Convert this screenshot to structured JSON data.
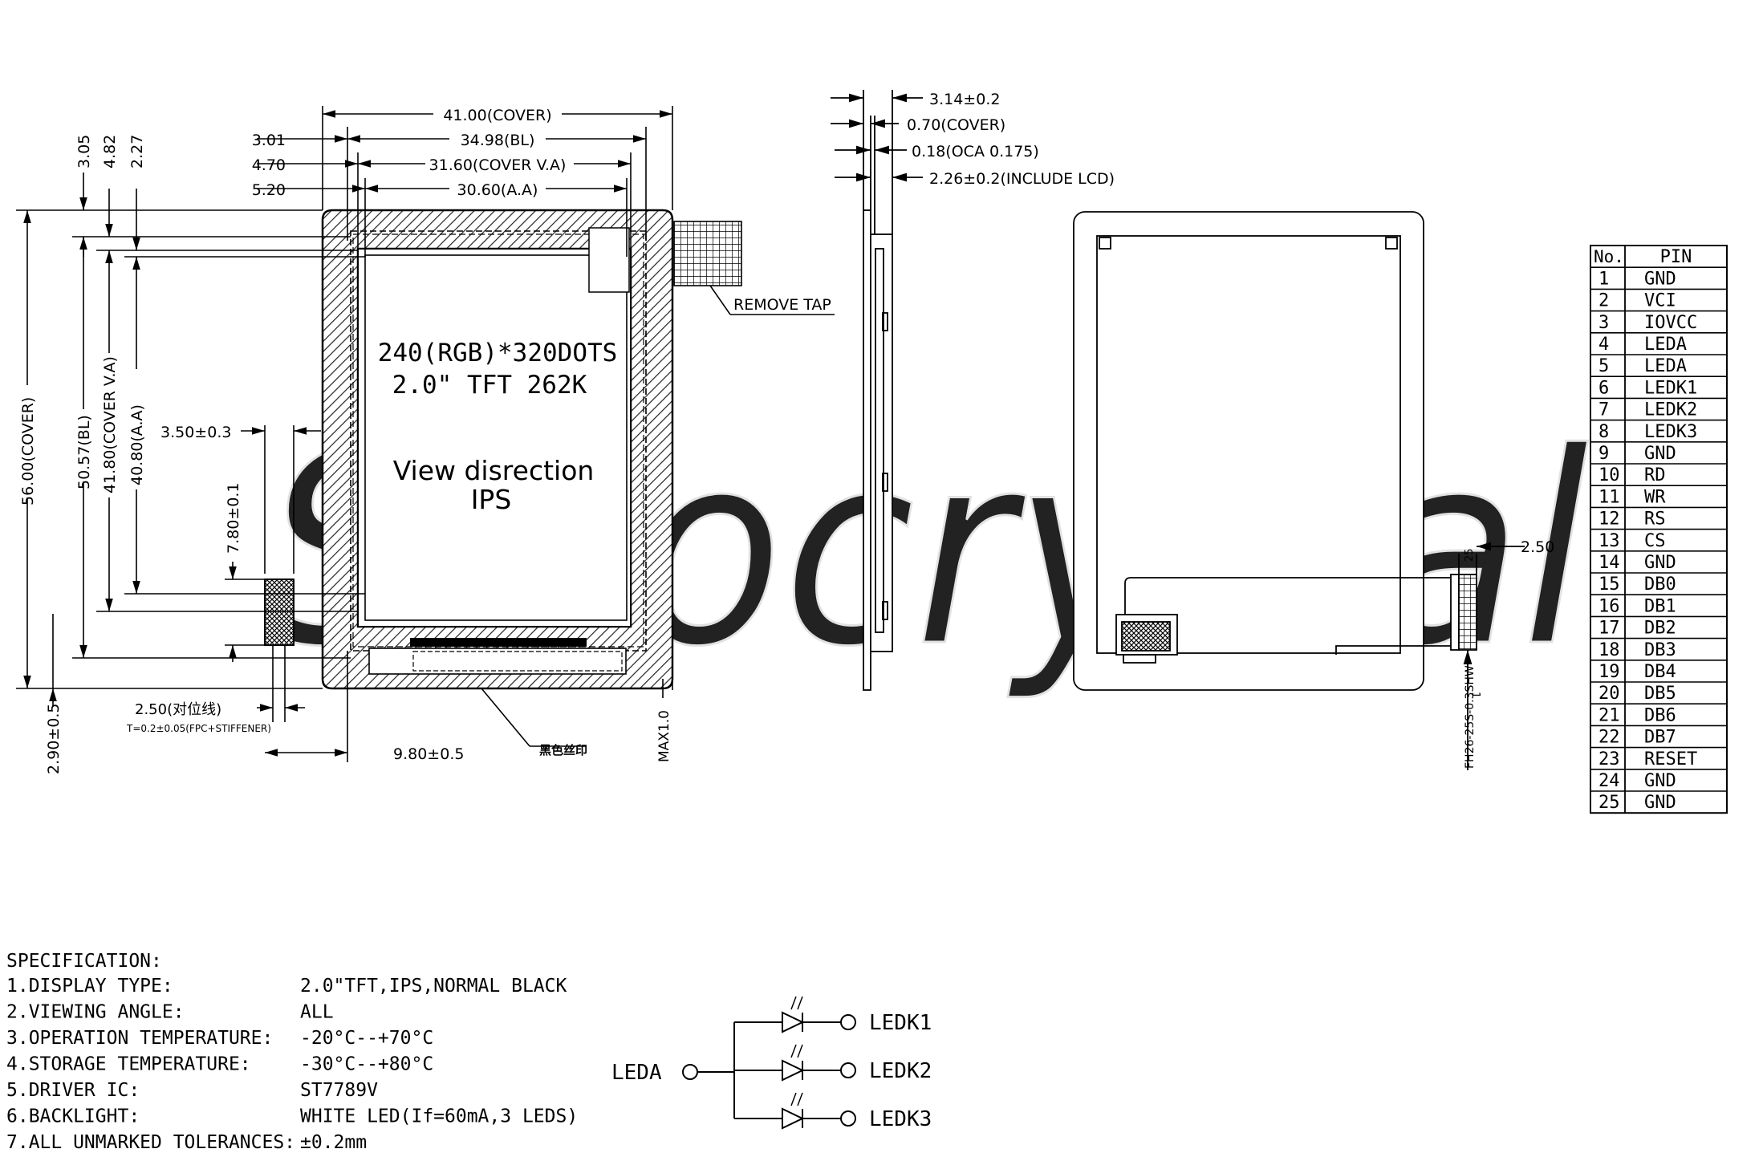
{
  "watermark": "Sinocrystal",
  "front_view": {
    "dims_top": [
      "41.00(COVER)",
      "34.98(BL)",
      "31.60(COVER V.A)",
      "30.60(A.A)"
    ],
    "dims_left_offsets": [
      "3.01",
      "4.70",
      "5.20"
    ],
    "dims_top_vertical": [
      "3.05",
      "4.82",
      "2.27"
    ],
    "dims_left_vertical": [
      "56.00(COVER)",
      "50.57(BL)",
      "41.80(COVER V.A)",
      "40.80(A.A)"
    ],
    "fpc_width": "3.50±0.3",
    "fpc_height": "7.80±0.1",
    "align_line": "2.50(对位线)",
    "fpc_thickness": "T=0.2±0.05(FPC+STIFFENER)",
    "bottom_offset": "2.90±0.5",
    "fpc_position": "9.80±0.5",
    "max": "MAX1.0",
    "print_note": "黑色丝印",
    "remove_tape": "REMOVE TAP",
    "resolution": "240(RGB)*320DOTS",
    "panel": "2.0\" TFT 262K",
    "view_direction": "View disrection",
    "view_mode": "IPS"
  },
  "side_view": {
    "dims": [
      "3.14±0.2",
      "0.70(COVER)",
      "0.18(OCA 0.175)",
      "2.26±0.2(INCLUDE LCD)"
    ]
  },
  "back_view": {
    "pitch": "2.50",
    "pin_first": "1",
    "pin_last": "25",
    "connector": "FH26-25S-0.3SHW"
  },
  "pin_table": {
    "headers": [
      "No.",
      "PIN"
    ],
    "rows": [
      [
        "1",
        "GND"
      ],
      [
        "2",
        "VCI"
      ],
      [
        "3",
        "IOVCC"
      ],
      [
        "4",
        "LEDA"
      ],
      [
        "5",
        "LEDA"
      ],
      [
        "6",
        "LEDK1"
      ],
      [
        "7",
        "LEDK2"
      ],
      [
        "8",
        "LEDK3"
      ],
      [
        "9",
        "GND"
      ],
      [
        "10",
        "RD"
      ],
      [
        "11",
        "WR"
      ],
      [
        "12",
        "RS"
      ],
      [
        "13",
        "CS"
      ],
      [
        "14",
        "GND"
      ],
      [
        "15",
        "DB0"
      ],
      [
        "16",
        "DB1"
      ],
      [
        "17",
        "DB2"
      ],
      [
        "18",
        "DB3"
      ],
      [
        "19",
        "DB4"
      ],
      [
        "20",
        "DB5"
      ],
      [
        "21",
        "DB6"
      ],
      [
        "22",
        "DB7"
      ],
      [
        "23",
        "RESET"
      ],
      [
        "24",
        "GND"
      ],
      [
        "25",
        "GND"
      ]
    ]
  },
  "specification": {
    "title": "SPECIFICATION:",
    "items": [
      {
        "label": "1.DISPLAY TYPE:",
        "value": "2.0\"TFT,IPS,NORMAL BLACK"
      },
      {
        "label": "2.VIEWING ANGLE:",
        "value": "ALL"
      },
      {
        "label": "3.OPERATION TEMPERATURE:",
        "value": "-20°C--+70°C"
      },
      {
        "label": "4.STORAGE TEMPERATURE:",
        "value": "-30°C--+80°C"
      },
      {
        "label": "5.DRIVER IC:",
        "value": "ST7789V"
      },
      {
        "label": "6.BACKLIGHT:",
        "value": "WHITE LED(If=60mA,3 LEDS)"
      },
      {
        "label": "7.ALL UNMARKED TOLERANCES:",
        "value": "±0.2mm"
      }
    ]
  },
  "led_circuit": {
    "anode": "LEDA",
    "cathodes": [
      "LEDK1",
      "LEDK2",
      "LEDK3"
    ]
  }
}
